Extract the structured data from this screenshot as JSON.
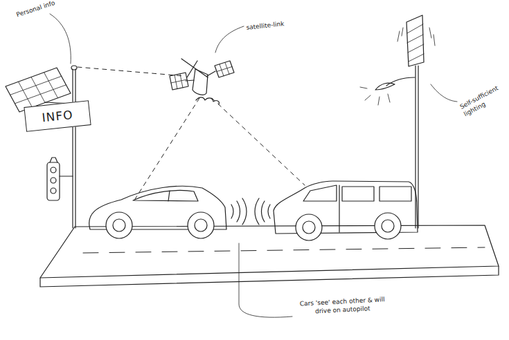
{
  "diagram": {
    "nodes": [
      {
        "text": [
          "INFO"
        ]
      }
    ],
    "labels": [
      "Personal info",
      "satellite-link",
      "Self-sufficient lighting",
      "Cars 'see' each other & will drive on autopilot"
    ]
  }
}
